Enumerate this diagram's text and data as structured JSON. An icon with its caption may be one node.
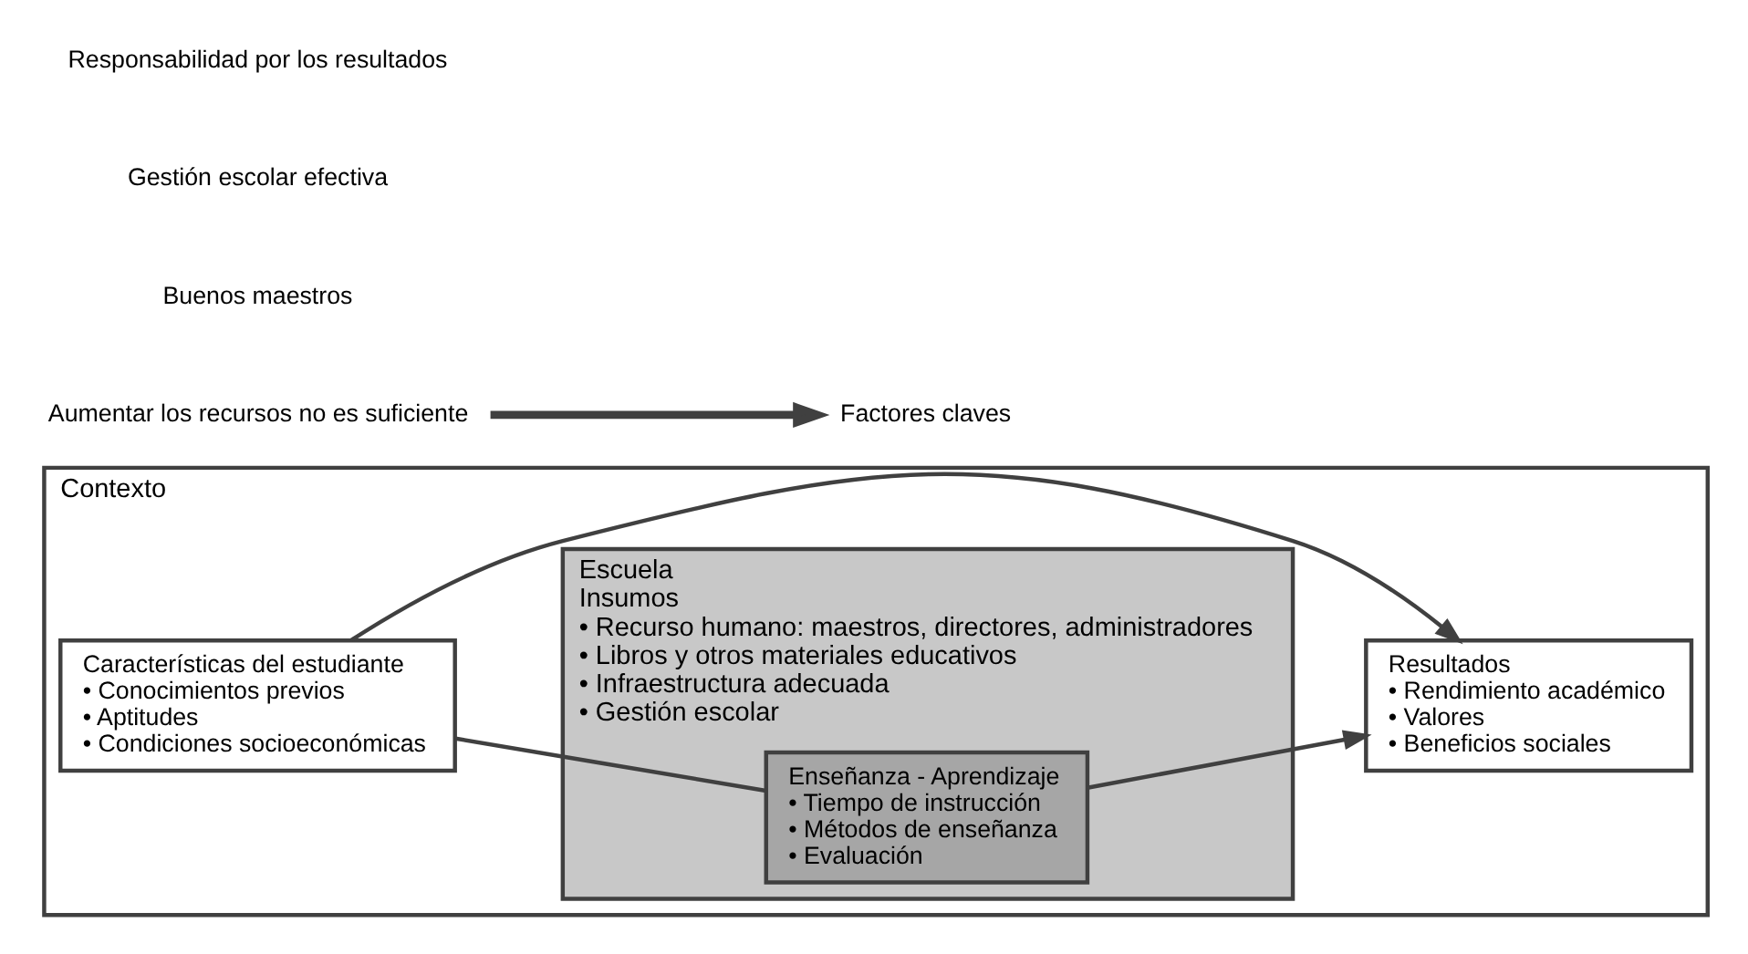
{
  "diagram": {
    "nodes": [
      {
        "text": [
          "Contexto"
        ]
      },
      {
        "text": [
          "Escuela",
          "Insumos",
          "• Recurso humano: maestros, directores, administradores",
          "• Libros y otros materiales educativos",
          "• Infraestructura adecuada",
          "• Gestión escolar"
        ],
        "in": 0
      },
      {
        "text": [
          "Características del estudiante",
          "• Conocimientos previos",
          "• Aptitudes",
          "• Condiciones socioeconómicas"
        ],
        "in": 0
      },
      {
        "text": [
          "Enseñanza - Aprendizaje",
          "• Tiempo de instrucción",
          "• Métodos de enseñanza",
          "• Evaluación"
        ],
        "in": 1
      },
      {
        "text": [
          "Resultados",
          "• Rendimiento académico",
          "• Valores",
          "• Beneficios sociales"
        ],
        "in": 0
      },
      {
        "text": [
          "Aumentar los recursos no es suficiente"
        ]
      },
      {
        "text": [
          "Factores claves"
        ]
      }
    ],
    "edges": [
      {
        "from": 2,
        "to": 4,
        "arrow": "to"
      },
      {
        "from": 2,
        "to": 3,
        "arrow": "none"
      },
      {
        "from": 3,
        "to": 4,
        "arrow": "to"
      },
      {
        "from": 5,
        "to": 6,
        "arrow": "to",
        "style": "thick"
      }
    ],
    "labels": [
      "Buenos maestros",
      "Gestión escolar efectiva",
      "Responsabilidad por los resultados"
    ]
  }
}
